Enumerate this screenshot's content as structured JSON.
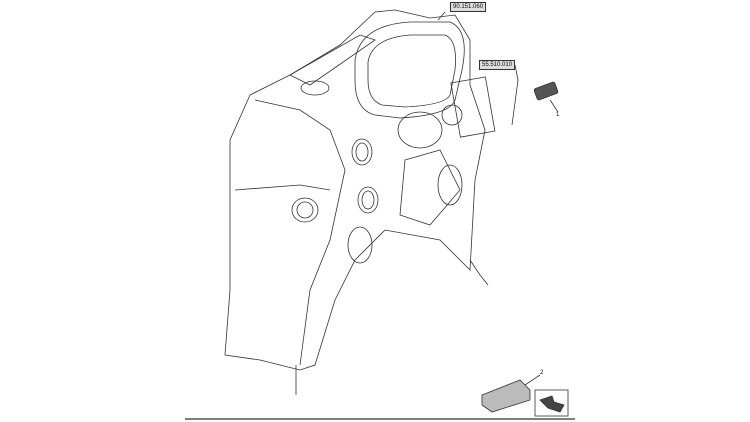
{
  "references": [
    {
      "label": "90.151.060"
    },
    {
      "label": "55.510.010"
    }
  ],
  "callouts": [
    "1",
    "2"
  ],
  "icons": {
    "nav": "return-arrow-icon"
  }
}
